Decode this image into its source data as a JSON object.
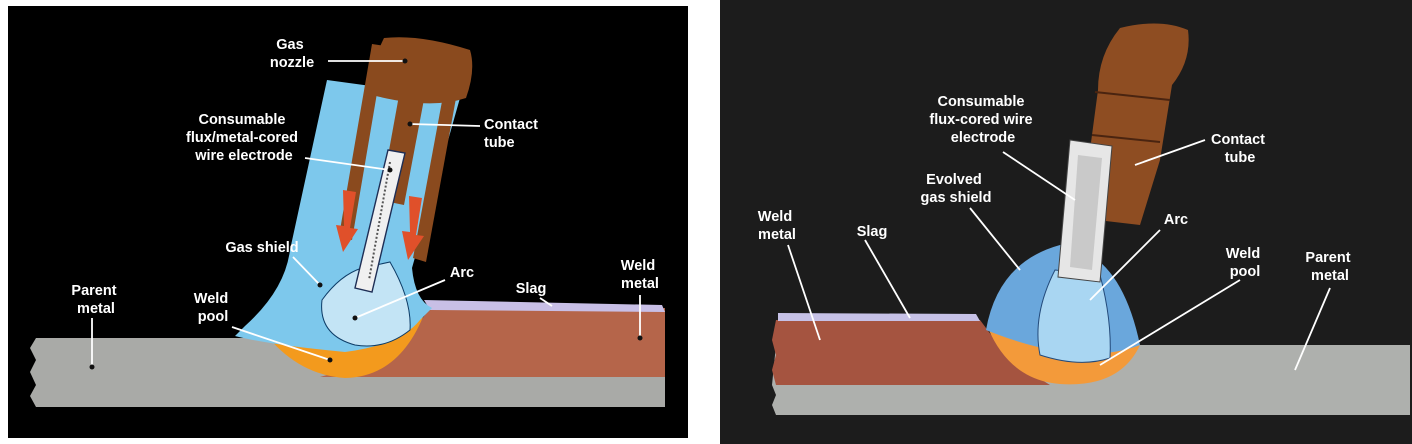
{
  "left": {
    "labels": {
      "gas_nozzle": [
        "Gas",
        "nozzle"
      ],
      "contact_tube": [
        "Contact",
        "tube"
      ],
      "electrode": [
        "Consumable",
        "flux/metal-cored",
        "wire electrode"
      ],
      "gas_shield": [
        "Gas shield"
      ],
      "arc": [
        "Arc"
      ],
      "slag": [
        "Slag"
      ],
      "weld_metal": [
        "Weld",
        "metal"
      ],
      "parent_metal": [
        "Parent",
        "metal"
      ],
      "weld_pool": [
        "Weld",
        "pool"
      ]
    },
    "colors": {
      "background": "#000000",
      "nozzle": "#8a4a1e",
      "gas": "#7dc8ec",
      "arc": "#c3e4f5",
      "pool": "#f39a1d",
      "weld_metal": "#b5654a",
      "parent_metal": "#a9aaa7",
      "slag": "#c8bfe6",
      "arrow": "#e0502a"
    }
  },
  "right": {
    "labels": {
      "electrode": [
        "Consumable",
        "flux-cored wire",
        "electrode"
      ],
      "contact_tube": [
        "Contact",
        "tube"
      ],
      "evolved_gas_shield": [
        "Evolved",
        "gas shield"
      ],
      "weld_metal": [
        "Weld",
        "metal"
      ],
      "slag": [
        "Slag"
      ],
      "arc": [
        "Arc"
      ],
      "weld_pool": [
        "Weld",
        "pool"
      ],
      "parent_metal": [
        "Parent",
        "metal"
      ]
    },
    "colors": {
      "background": "#1c1c1c",
      "nozzle": "#8e4d22",
      "dome": "#6aa7dc",
      "arc": "#a9d6f2",
      "pool": "#f39a3a",
      "weld_metal": "#a55440",
      "parent_metal": "#aeb0ad",
      "slag": "#c6c1e6",
      "electrode": "#e6e6e6"
    }
  }
}
